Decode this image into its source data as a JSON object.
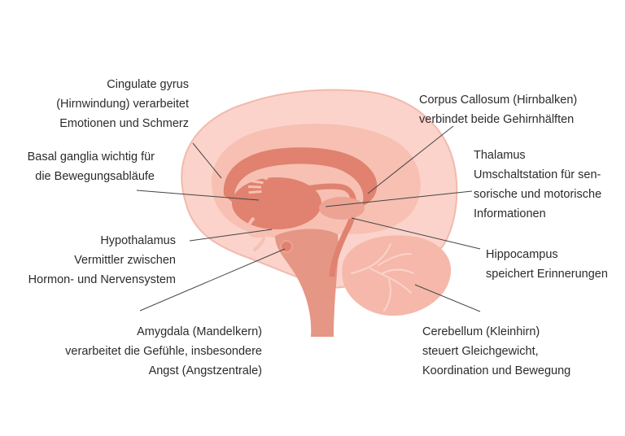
{
  "colors": {
    "outer": "#fbd3cb",
    "outer_stroke": "#f2b9ac",
    "middle": "#f7c0b3",
    "inner": "#eda394",
    "deep": "#e0826f",
    "stem": "#e59684",
    "cerebellum": "#f5b8aa",
    "line": "#444444",
    "text": "#2b2b2b"
  },
  "labels": {
    "cingulate": [
      "Cingulate gyrus",
      "(Hirnwindung) verarbeitet",
      "Emotionen und Schmerz"
    ],
    "basal": [
      "Basal ganglia wichtig für",
      "die Bewegungsabläufe"
    ],
    "hypothalamus": [
      "Hypothalamus",
      "Vermittler zwischen",
      "Hormon- und Nervensystem"
    ],
    "amygdala": [
      "Amygdala (Mandelkern)",
      "verarbeitet die Gefühle, insbesondere",
      "Angst (Angstzentrale)"
    ],
    "corpus": [
      "Corpus Callosum (Hirnbalken)",
      "verbindet beide Gehirnhälften"
    ],
    "thalamus": [
      "Thalamus",
      "Umschaltstation für sen-",
      "sorische und motorische",
      "Informationen"
    ],
    "hippocampus": [
      "Hippocampus",
      "speichert Erinnerungen"
    ],
    "cerebellum": [
      "Cerebellum (Kleinhirn)",
      "steuert Gleichgewicht,",
      "Koordination und Bewegung"
    ]
  }
}
